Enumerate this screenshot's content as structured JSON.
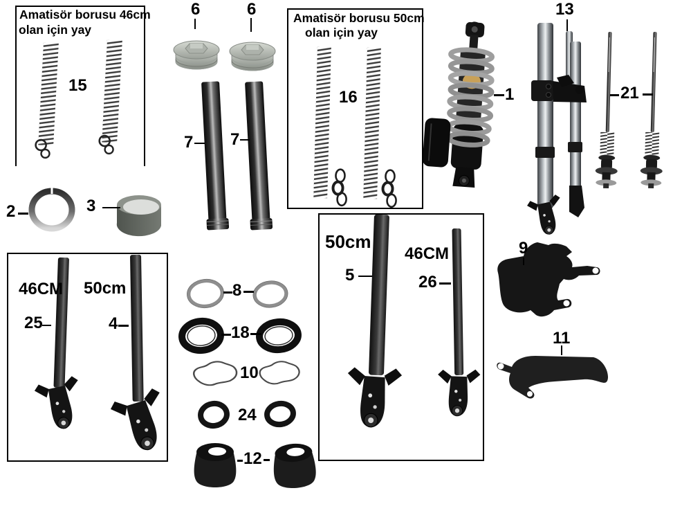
{
  "canvas": {
    "background": "#ffffff"
  },
  "boxes": {
    "spring46": {
      "line1": "Amatisör borusu 46cm",
      "line2": "olan için yay"
    },
    "spring50": {
      "line1": "Amatisör borusu 50cm",
      "line2": "olan için yay"
    }
  },
  "sizes": {
    "box_left_tube25": "46CM",
    "box_left_tube4": "50cm",
    "box_mid_tube5": "50cm",
    "box_mid_tube26": "46CM"
  },
  "part_labels": {
    "p1": "1",
    "p2": "2",
    "p3": "3",
    "p4": "4",
    "p5": "5",
    "p6": "6",
    "p7": "7",
    "p8": "8",
    "p9": "9",
    "p10": "10",
    "p11": "11",
    "p12": "12",
    "p13": "13",
    "p15": "15",
    "p16": "16",
    "p18": "18",
    "p21": "21",
    "p24": "24",
    "p25": "25",
    "p26": "26"
  },
  "colors": {
    "outline": "#000000",
    "background": "#ffffff",
    "rubber_black": "#1c1c1c",
    "chrome_highlight": "#eef1f2",
    "spring_wire": "#3b3b3b",
    "bumper_yellow": "#c9a158"
  }
}
